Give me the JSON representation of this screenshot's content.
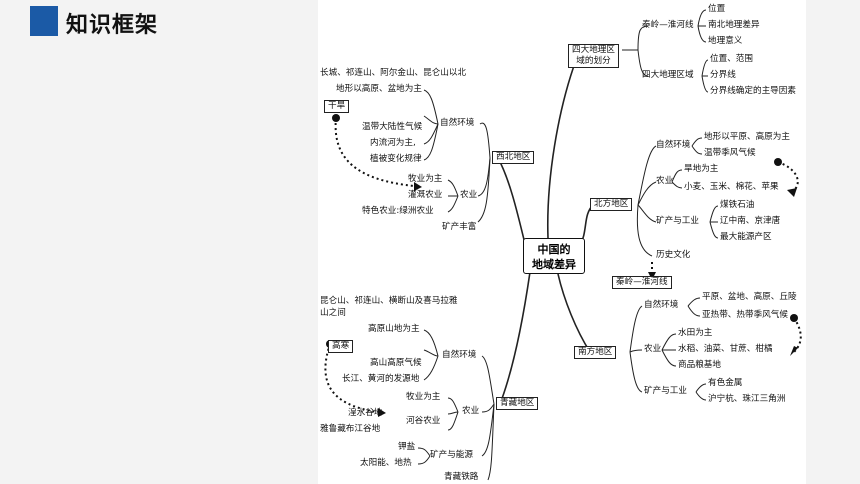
{
  "header": {
    "title": "知识框架"
  },
  "center": {
    "line1": "中国的",
    "line2": "地域差异"
  },
  "division": {
    "label_line1": "四大地理区",
    "label_line2": "域的划分",
    "qinling": {
      "label": "秦岭—淮河线",
      "items": [
        "位置",
        "南北地理差异",
        "地理意义"
      ]
    },
    "four_regions": {
      "label": "四大地理区域",
      "items": [
        "位置、范围",
        "分界线",
        "分界线确定的主导因素"
      ]
    }
  },
  "north": {
    "label": "北方地区",
    "env": {
      "label": "自然环境",
      "items": [
        "地形以平原、高原为主",
        "温带季风气候"
      ]
    },
    "agri": {
      "label": "农业",
      "items": [
        "旱地为主",
        "小麦、玉米、棉花、苹果"
      ]
    },
    "mining": {
      "label": "矿产与工业",
      "items": [
        "煤铁石油",
        "辽中南、京津唐",
        "最大能源产区"
      ]
    },
    "history": "历史文化",
    "qinling_box": "秦岭—淮河线"
  },
  "south": {
    "label": "南方地区",
    "env": {
      "label": "自然环境",
      "items": [
        "平原、盆地、高原、丘陵",
        "亚热带、热带季风气候"
      ]
    },
    "agri": {
      "label": "农业",
      "items": [
        "水田为主",
        "水稻、油菜、甘蔗、柑橘",
        "商品粮基地"
      ]
    },
    "mining": {
      "label": "矿产与工业",
      "items": [
        "有色金属",
        "沪宁杭、珠江三角洲"
      ]
    }
  },
  "northwest": {
    "label": "西北地区",
    "boundary": "长城、祁连山、阿尔金山、昆仑山以北",
    "env": {
      "label": "自然环境",
      "items": [
        "地形以高原、盆地为主",
        "干旱",
        "温带大陆性气候",
        "内流河为主,",
        "植被变化规律"
      ]
    },
    "agri": {
      "label": "农业",
      "items": [
        "牧业为主",
        "灌溉农业",
        "特色农业:绿洲农业"
      ]
    },
    "mining": "矿产丰富"
  },
  "tibet": {
    "label": "青藏地区",
    "boundary_line1": "昆仑山、祁连山、横断山及喜马拉雅",
    "boundary_line2": "山之间",
    "env": {
      "label": "自然环境",
      "items": [
        "高原山地为主",
        "高寒",
        "高山高原气候",
        "长江、黄河的发源地"
      ]
    },
    "agri": {
      "label": "农业",
      "items": [
        "牧业为主",
        "湟水谷地",
        "河谷农业",
        "雅鲁藏布江谷地"
      ]
    },
    "energy": {
      "label": "矿产与能源",
      "items": [
        "钾盐",
        "太阳能、地热"
      ]
    },
    "railway": "青藏铁路"
  }
}
